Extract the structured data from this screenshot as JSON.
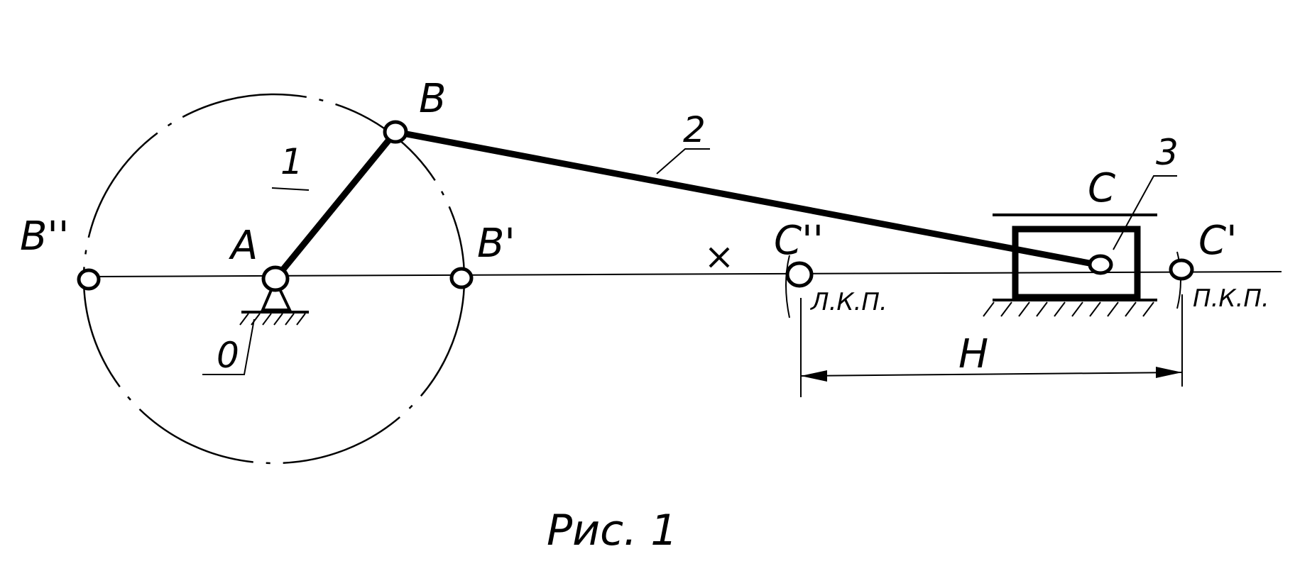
{
  "labels": {
    "crank_pivot": "A",
    "crank_tip": "B",
    "crank_tip_right": "B'",
    "crank_tip_left": "B''",
    "slider_joint": "C",
    "slider_right": "C'",
    "slider_left": "C''",
    "link1": "1",
    "link2": "2",
    "link3": "3",
    "frame": "0",
    "stroke": "H",
    "axis": "x",
    "left_dead_center": "Л.К.П.",
    "right_dead_center": "П.К.П."
  },
  "caption": "Рис. 1"
}
